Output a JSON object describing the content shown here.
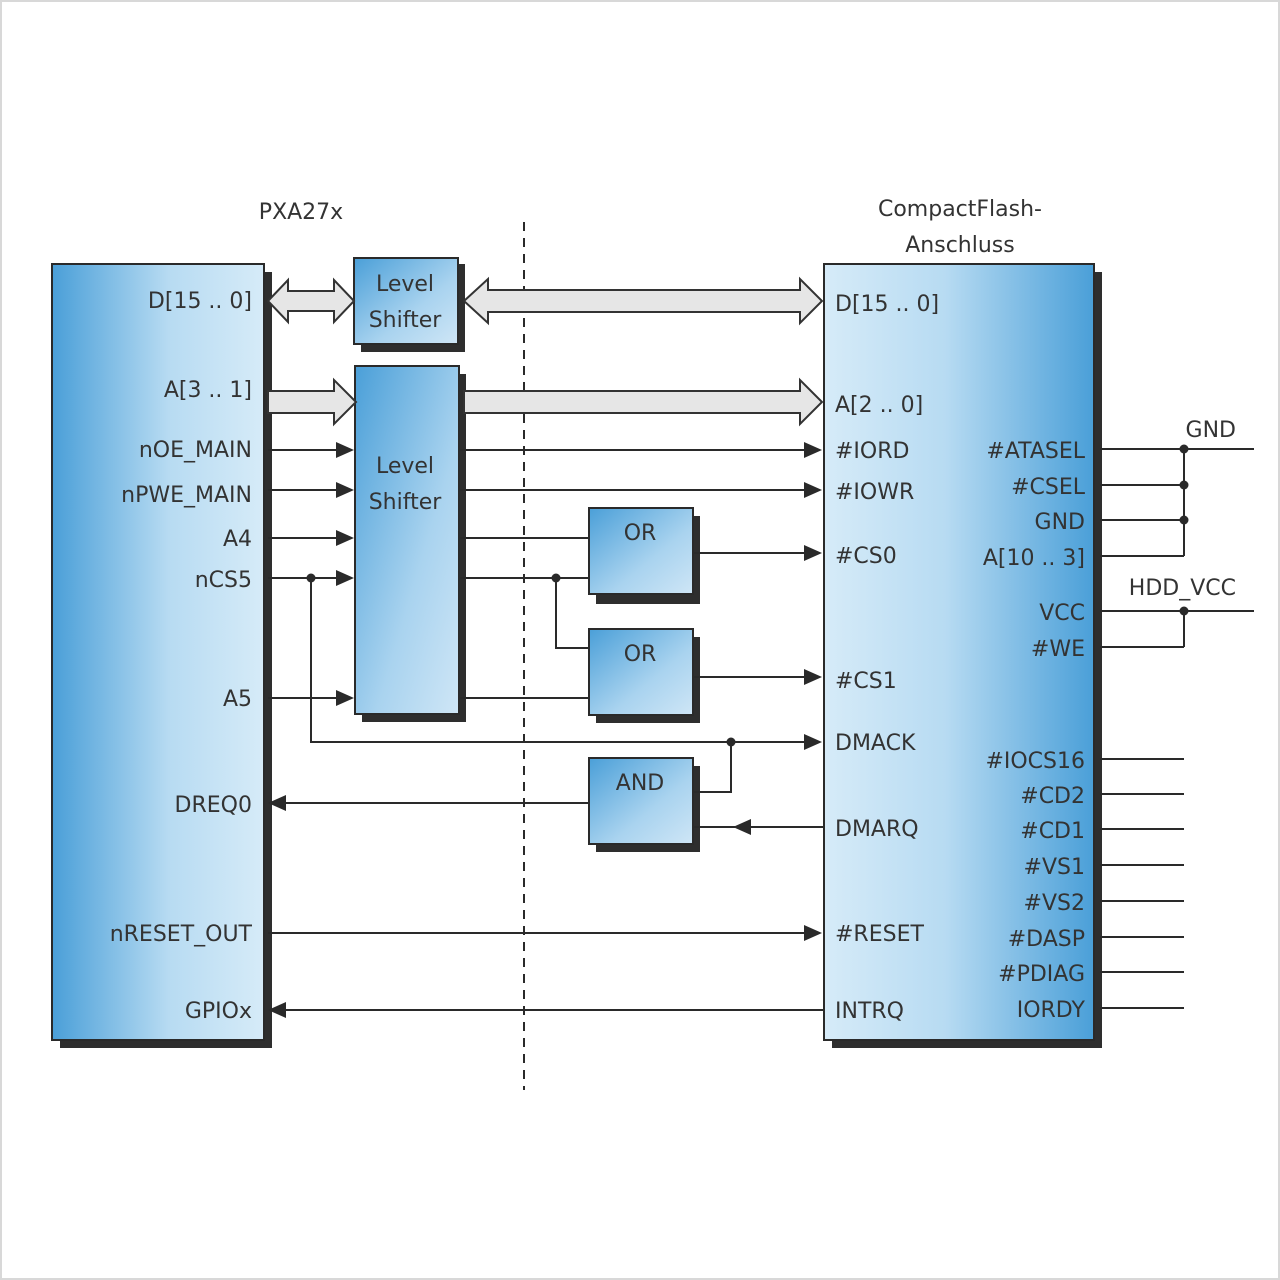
{
  "pxa": {
    "title": "PXA27x"
  },
  "cf": {
    "title_line1": "CompactFlash-",
    "title_line2": "Anschluss"
  },
  "level_shifter_1": {
    "line1": "Level",
    "line2": "Shifter"
  },
  "level_shifter_2": {
    "line1": "Level",
    "line2": "Shifter"
  },
  "gates": {
    "or1": "OR",
    "or2": "OR",
    "and": "AND"
  },
  "pxa_pins": {
    "d": "D[15 .. 0]",
    "a": "A[3 .. 1]",
    "noe": "nOE_MAIN",
    "npwe": "nPWE_MAIN",
    "a4": "A4",
    "ncs5": "nCS5",
    "a5": "A5",
    "dreq0": "DREQ0",
    "nreset": "nRESET_OUT",
    "gpiox": "GPIOx"
  },
  "cf_left_pins": {
    "d": "D[15 .. 0]",
    "a": "A[2 .. 0]",
    "iord": "#IORD",
    "iowr": "#IOWR",
    "cs0": "#CS0",
    "cs1": "#CS1",
    "dmack": "DMACK",
    "dmarq": "DMARQ",
    "reset": "#RESET",
    "intrq": "INTRQ"
  },
  "cf_right_pins": {
    "atasel": "#ATASEL",
    "csel": "#CSEL",
    "gnd": "GND",
    "a10": "A[10 .. 3]",
    "vcc": "VCC",
    "we": "#WE",
    "iocs16": "#IOCS16",
    "cd2": "#CD2",
    "cd1": "#CD1",
    "vs1": "#VS1",
    "vs2": "#VS2",
    "dasp": "#DASP",
    "pdiag": "#PDIAG",
    "iordy": "IORDY"
  },
  "rails": {
    "gnd": "GND",
    "hdd_vcc": "HDD_VCC"
  },
  "colors": {
    "block_dark": "#4a9fd8",
    "block_light": "#cfe6f6"
  }
}
